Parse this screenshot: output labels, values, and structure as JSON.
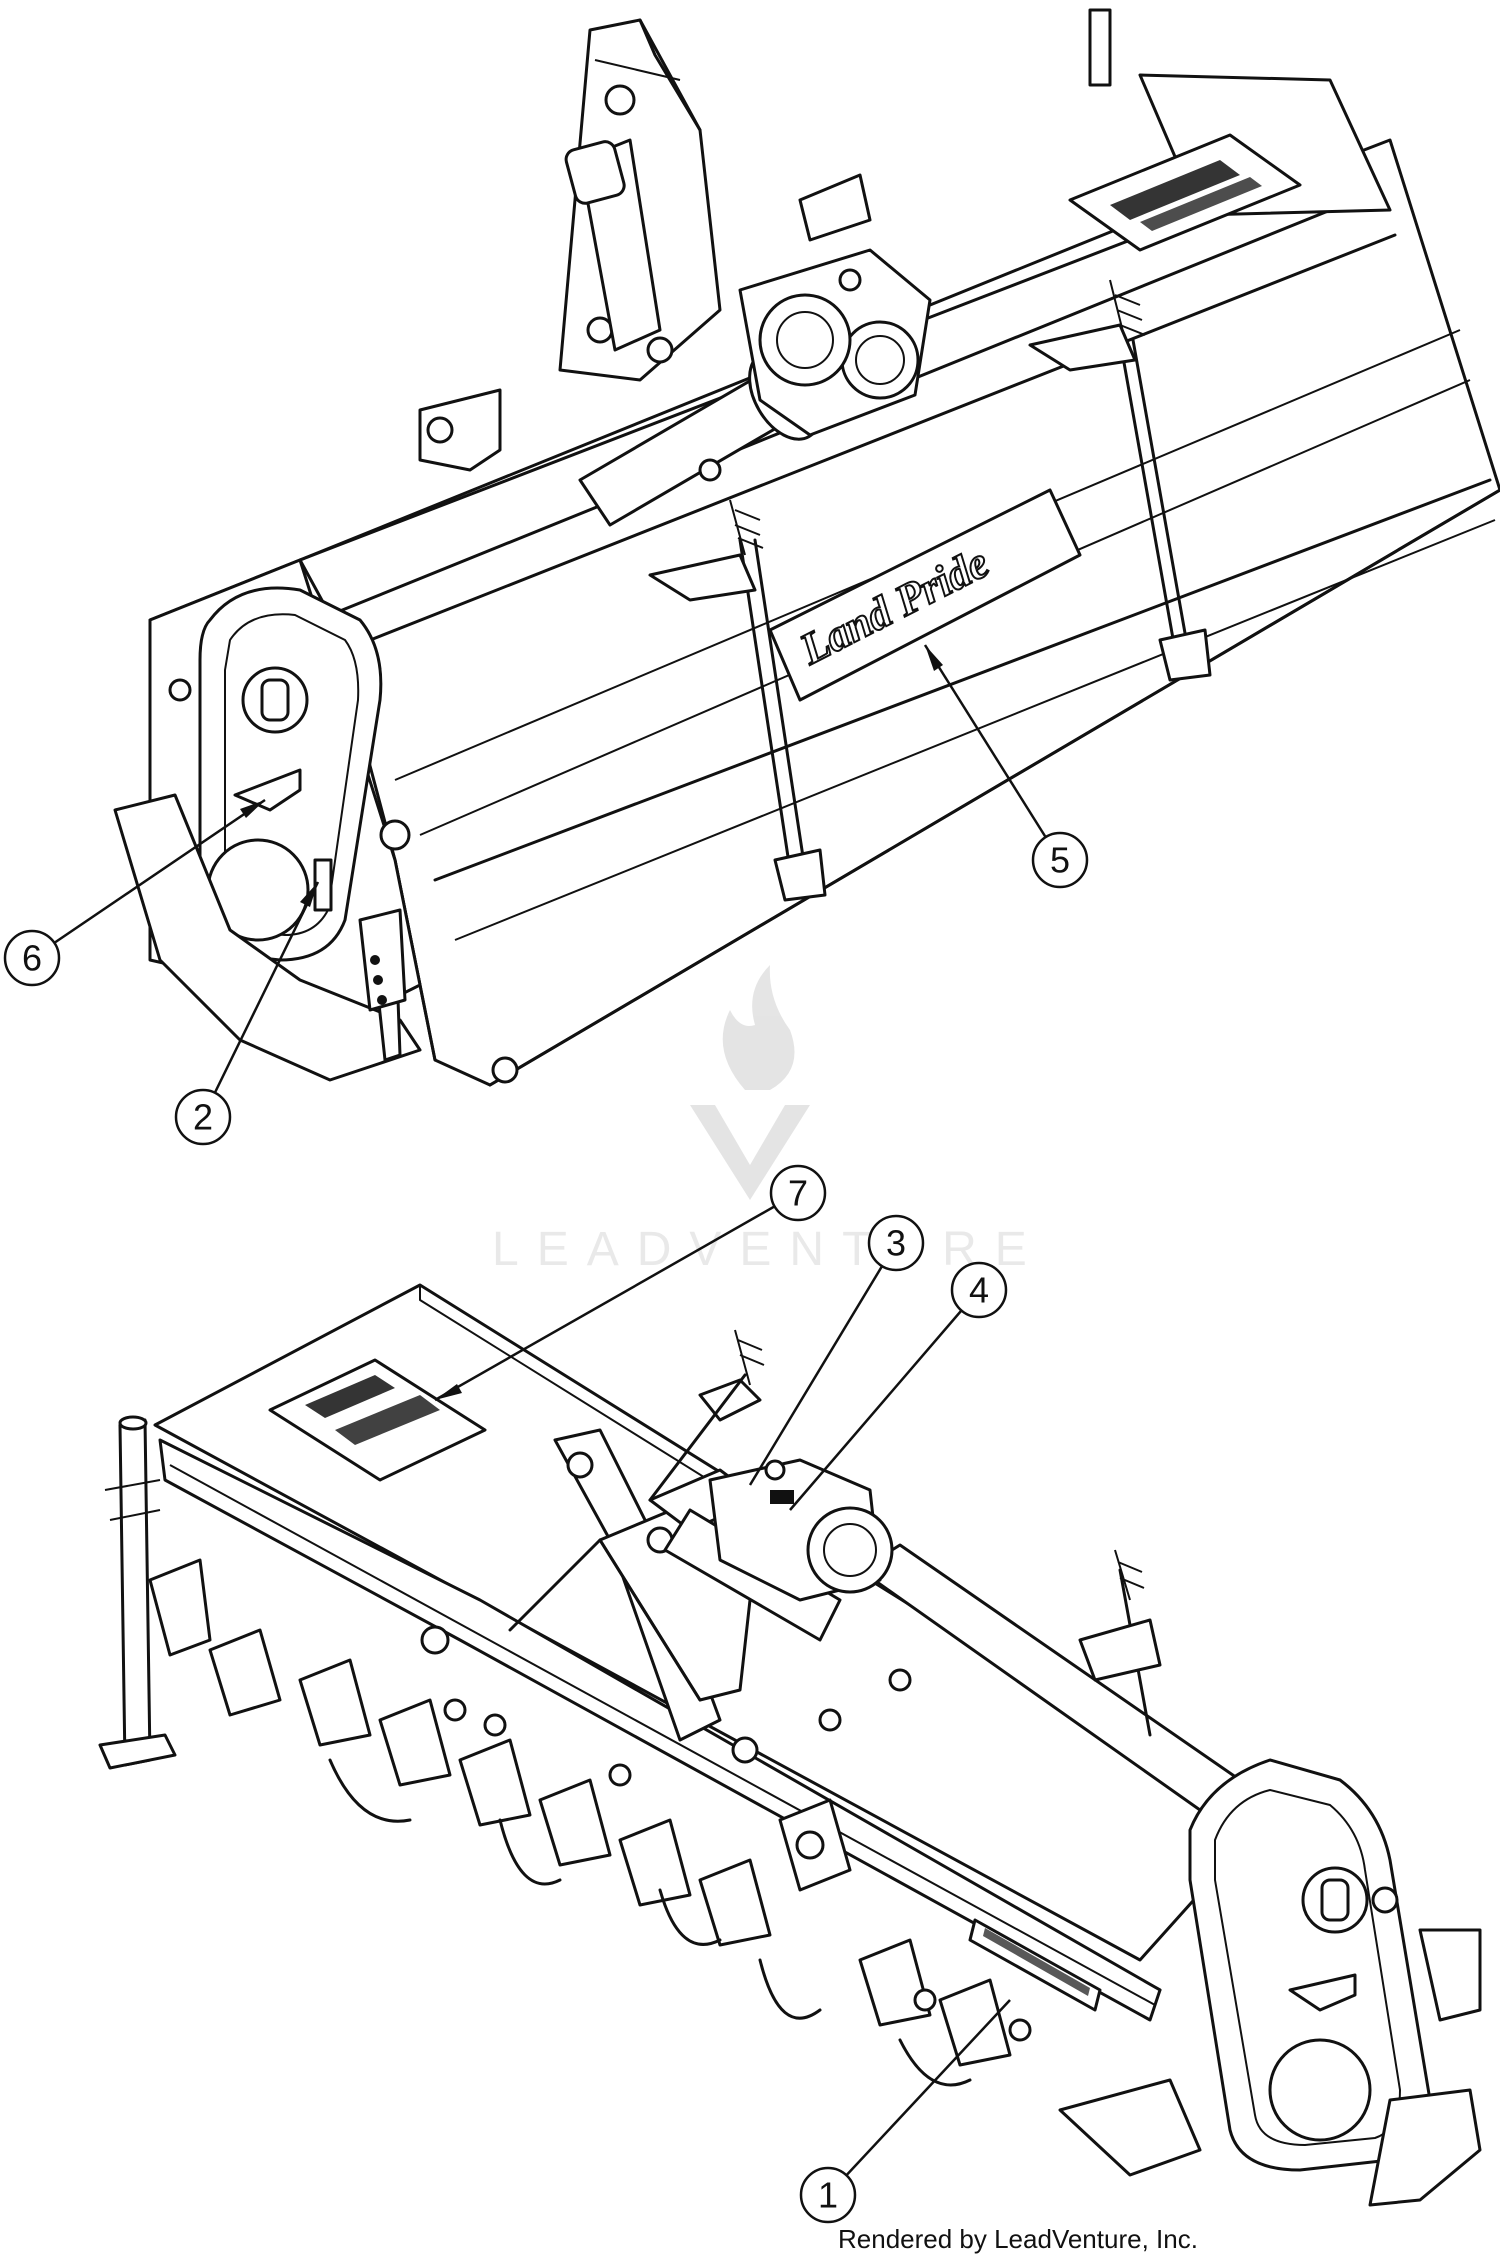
{
  "callouts": [
    {
      "number": "1"
    },
    {
      "number": "2"
    },
    {
      "number": "3"
    },
    {
      "number": "4"
    },
    {
      "number": "5"
    },
    {
      "number": "6"
    },
    {
      "number": "7"
    }
  ],
  "decal_brand": "Land Pride",
  "watermark": "LEADVENTURE",
  "credit": "Rendered by LeadVenture, Inc."
}
